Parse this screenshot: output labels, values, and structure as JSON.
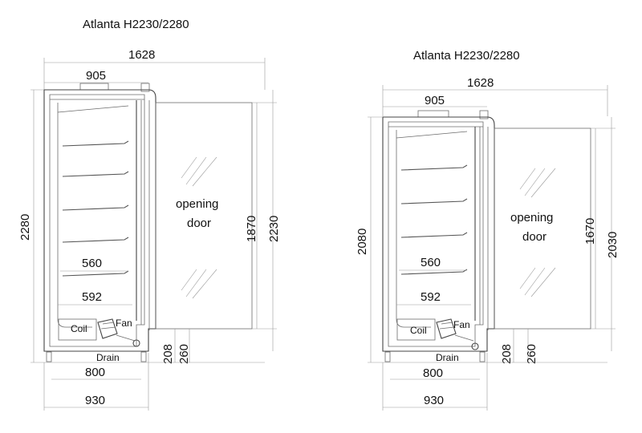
{
  "diagrams": [
    {
      "title": "Atlanta H2230/2280",
      "door_label_1": "opening",
      "door_label_2": "door",
      "dims": {
        "total_width": "1628",
        "cabinet_width": "905",
        "height_total": "2280",
        "door_height": "1870",
        "door_total": "2230",
        "shelf_depth_1": "560",
        "shelf_depth_2": "592",
        "base_width": "800",
        "overall_base": "930",
        "base_208": "208",
        "base_260": "260"
      },
      "labels": {
        "coil": "Coil",
        "fan": "Fan",
        "drain": "Drain"
      }
    },
    {
      "title": "Atlanta H2230/2280",
      "door_label_1": "opening",
      "door_label_2": "door",
      "dims": {
        "total_width": "1628",
        "cabinet_width": "905",
        "height_total": "2080",
        "door_height": "1670",
        "door_total": "2030",
        "shelf_depth_1": "560",
        "shelf_depth_2": "592",
        "base_width": "800",
        "overall_base": "930",
        "base_208": "208",
        "base_260": "260"
      },
      "labels": {
        "coil": "Coil",
        "fan": "Fan",
        "drain": "Drain"
      }
    }
  ]
}
